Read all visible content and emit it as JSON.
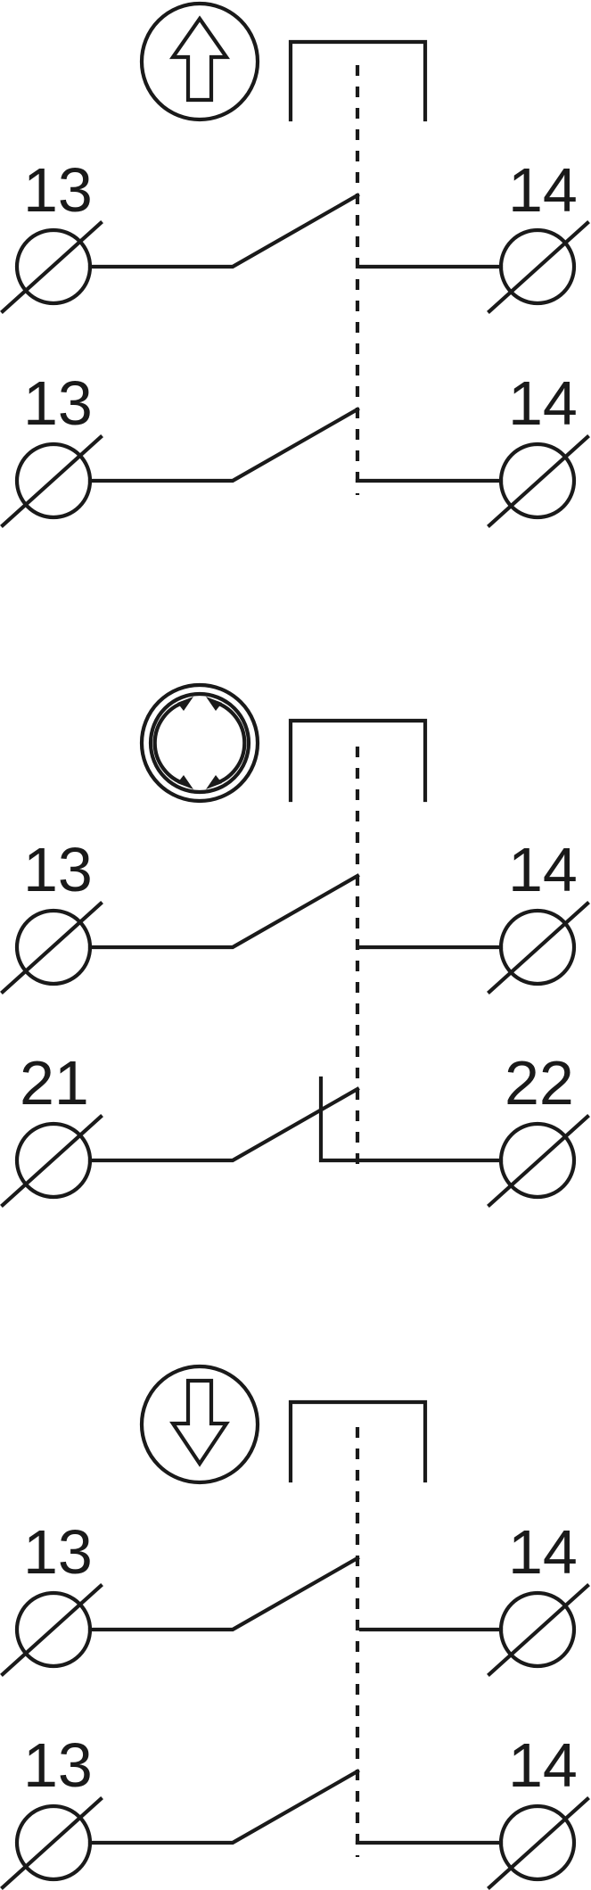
{
  "colors": {
    "line": "#1a1a1a",
    "background": "#ffffff"
  },
  "sections": [
    {
      "symbol": "arrow-up-icon",
      "rows": [
        {
          "left": "13",
          "right": "14",
          "contact": "normally-open"
        },
        {
          "left": "13",
          "right": "14",
          "contact": "normally-open"
        }
      ]
    },
    {
      "symbol": "rotate-cycle-icon",
      "rows": [
        {
          "left": "13",
          "right": "14",
          "contact": "normally-open"
        },
        {
          "left": "21",
          "right": "22",
          "contact": "normally-closed"
        }
      ]
    },
    {
      "symbol": "arrow-down-icon",
      "rows": [
        {
          "left": "13",
          "right": "14",
          "contact": "normally-open"
        },
        {
          "left": "13",
          "right": "14",
          "contact": "normally-open"
        }
      ]
    }
  ]
}
